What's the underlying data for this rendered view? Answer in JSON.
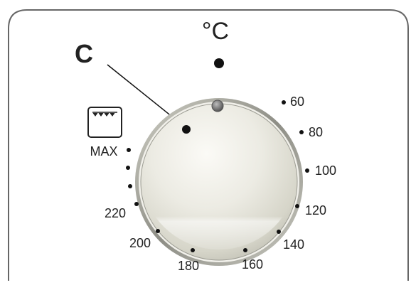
{
  "unit_label": "°C",
  "callout_label": "C",
  "max_label": "MAX",
  "oven_icon": "oven-grill-icon",
  "temperatures": [
    "60",
    "80",
    "100",
    "120",
    "140",
    "160",
    "180",
    "200",
    "220"
  ],
  "colors": {
    "panel_border": "#666666",
    "text": "#222222",
    "dot": "#111111",
    "knob_light": "#f4f3ee",
    "knob_mid": "#dcdcd0",
    "knob_dark": "#8f8f86"
  }
}
